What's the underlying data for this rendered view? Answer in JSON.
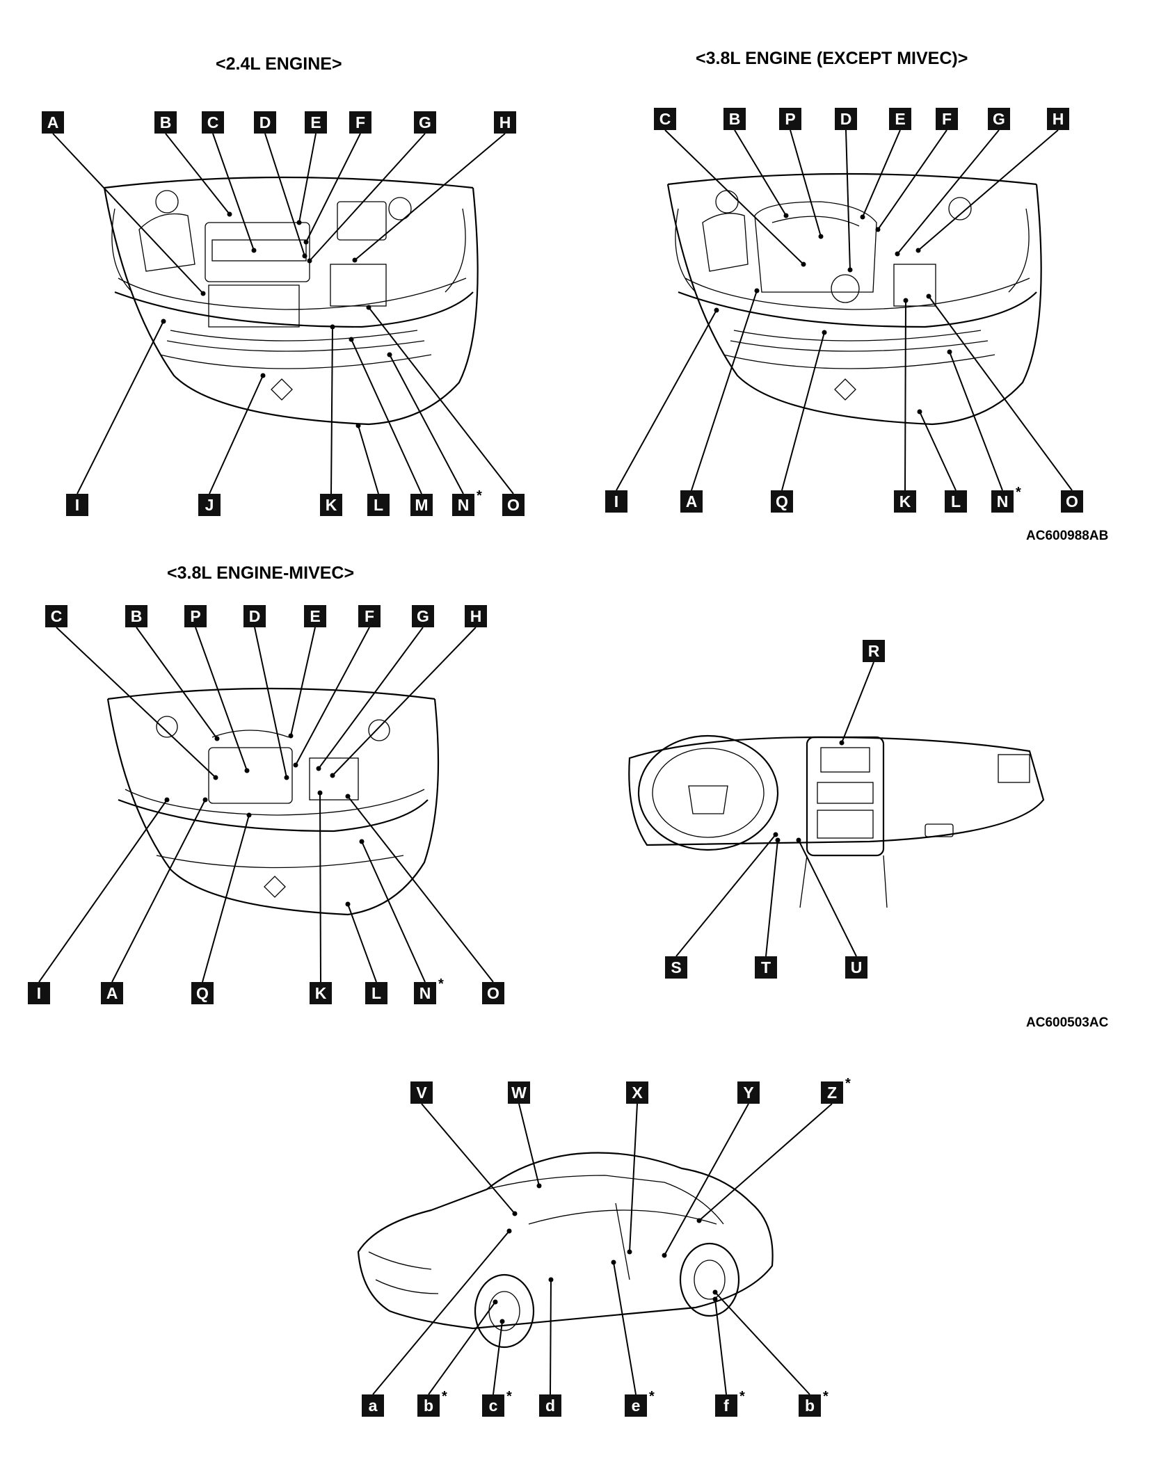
{
  "panel_24": {
    "title": "<2.4L ENGINE>"
  },
  "panel_38": {
    "title": "<3.8L ENGINE (EXCEPT MIVEC)>",
    "code": "AC600988AB"
  },
  "panel_mivec": {
    "title": "<3.8L ENGINE-MIVEC>"
  },
  "panel_dash": {
    "code": "AC600503AC"
  },
  "panel_car": {},
  "marker_note": "*"
}
